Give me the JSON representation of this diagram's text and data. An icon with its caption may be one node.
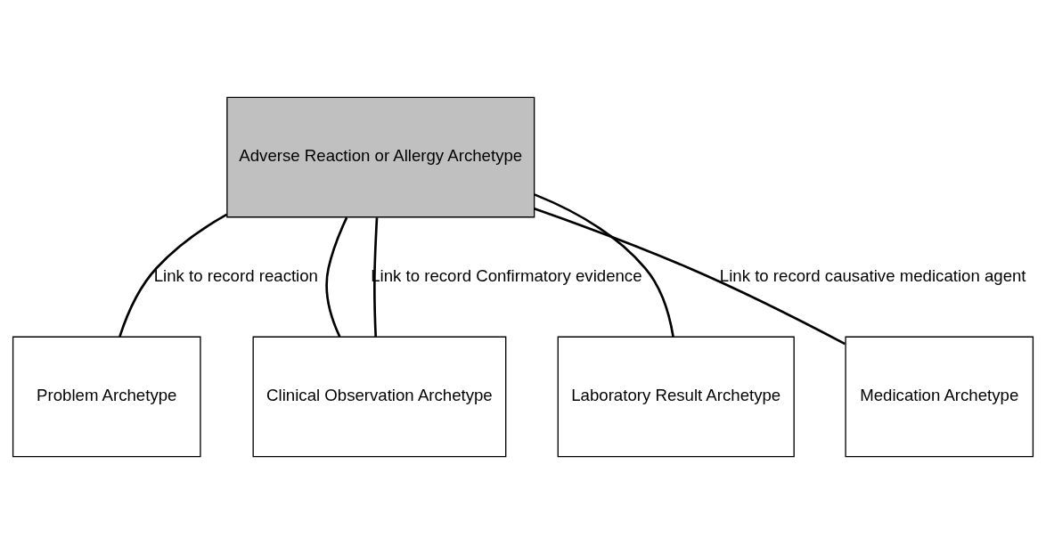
{
  "diagram": {
    "nodes": [
      {
        "text": [
          "Adverse Reaction or Allergy Archetype"
        ]
      },
      {
        "text": [
          "Problem Archetype"
        ]
      },
      {
        "text": [
          "Clinical Observation Archetype"
        ]
      },
      {
        "text": [
          "Laboratory Result Archetype"
        ]
      },
      {
        "text": [
          "Medication Archetype"
        ]
      }
    ],
    "edges": [
      {
        "from": 0,
        "to": 1,
        "arrow": "none",
        "label": "Link to record reaction"
      },
      {
        "from": 0,
        "to": 2,
        "arrow": "none"
      },
      {
        "from": 0,
        "to": 2,
        "arrow": "none",
        "label": "Link to record Confirmatory evidence"
      },
      {
        "from": 0,
        "to": 3,
        "arrow": "none"
      },
      {
        "from": 0,
        "to": 4,
        "arrow": "none",
        "label": "Link to record causative medication agent"
      }
    ]
  }
}
